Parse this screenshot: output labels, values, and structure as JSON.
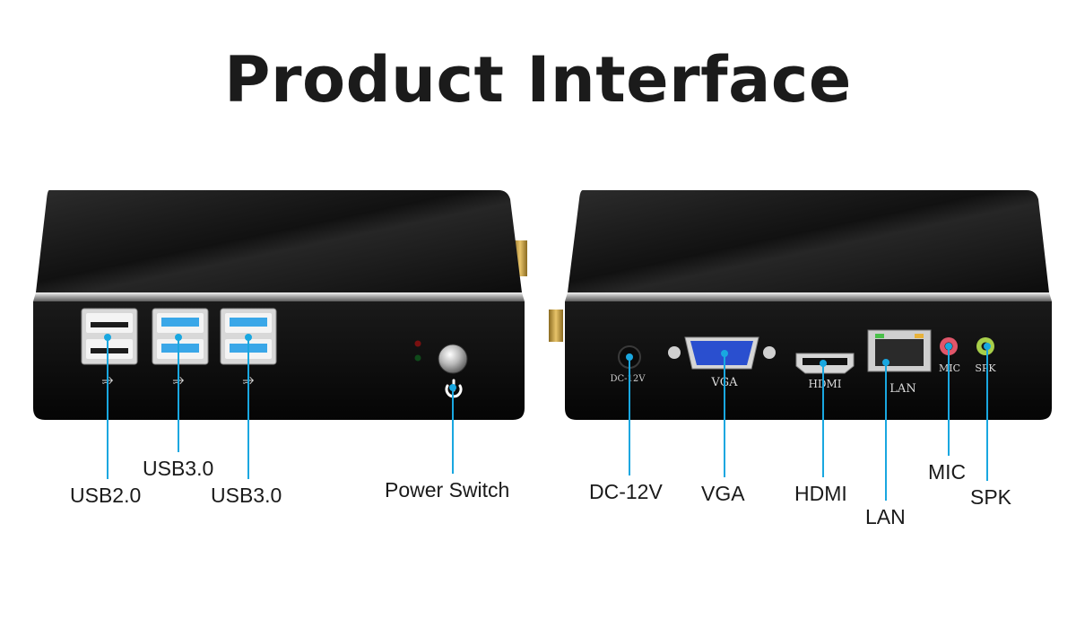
{
  "title": "Product Interface",
  "front_panel": {
    "port_silkscreen": [
      "⭌",
      "⭌",
      "⭌"
    ],
    "callouts": {
      "usb2": "USB2.0",
      "usb3_a": "USB3.0",
      "usb3_b": "USB3.0",
      "power": "Power Switch"
    }
  },
  "rear_panel": {
    "silkscreen": {
      "dc": "DC-12V",
      "vga": "VGA",
      "hdmi": "HDMI",
      "lan": "LAN",
      "mic": "MIC",
      "spk": "SPK"
    },
    "callouts": {
      "dc": "DC-12V",
      "vga": "VGA",
      "hdmi": "HDMI",
      "lan": "LAN",
      "mic": "MIC",
      "spk": "SPK"
    }
  },
  "colors": {
    "callout_line": "#19a7e0",
    "usb3_blue": "#3aa7e8",
    "vga_blue": "#2a4fcf",
    "mic_pink": "#e0566a",
    "spk_green": "#a8cf4a"
  }
}
